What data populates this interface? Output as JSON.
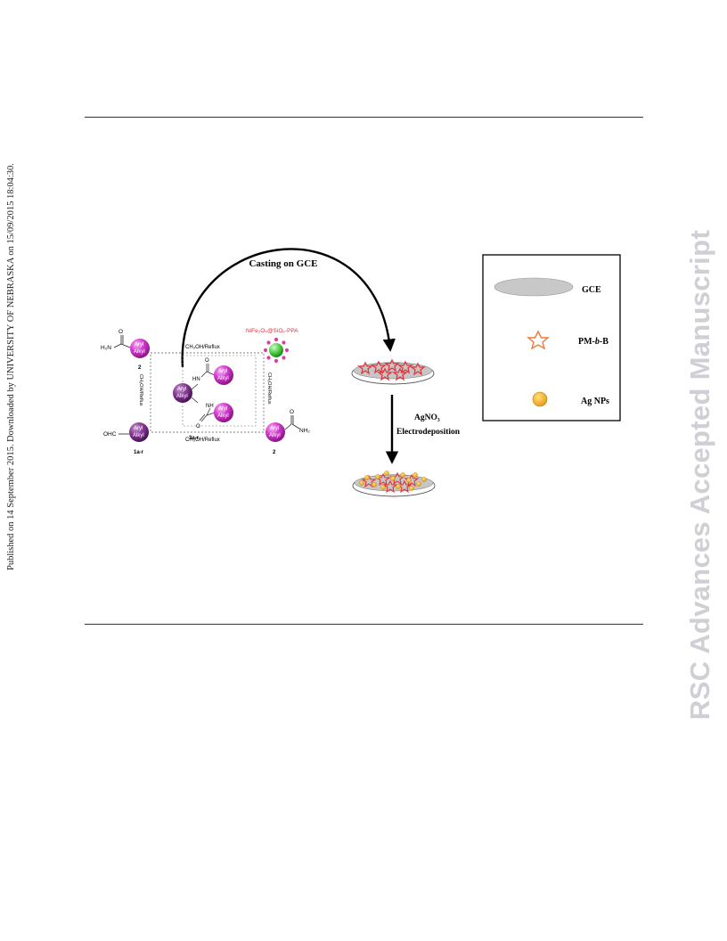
{
  "sidebar": {
    "published_note": "Published on 14 September 2015. Downloaded by UNIVERSITY OF NEBRASKA on 15/09/2015 18:04:30.",
    "journal_watermark": "RSC Advances Accepted Manuscript"
  },
  "scheme": {
    "arc_label": "Casting on GCE",
    "catalyst_label": "NiFe₂O₄@SiO₂-PPA",
    "reaction_condition": "CH₃OH/Reflux",
    "reagent_amide_group": "H₂N",
    "reagent_aldehyde_group": "OHC",
    "reagent_amide_group_right": "NH₂",
    "substituent_line1": "Aryl",
    "substituent_line2": "Alkyl",
    "label_amide": "2",
    "label_aldehyde": "1a-r",
    "label_product": "3a-r",
    "atom_O": "O",
    "atom_HN": "HN",
    "atom_NH": "NH",
    "step_reagent": "AgNO₃",
    "step_process": "Electrodeposition"
  },
  "legend": {
    "items": [
      {
        "label": "GCE"
      },
      {
        "label_prefix": "PM-",
        "label_italic": "b",
        "label_suffix": "-B"
      },
      {
        "label": "Ag NPs"
      }
    ]
  },
  "colors": {
    "magenta_sphere": "#d43ad0",
    "purple_sphere": "#8a3a96",
    "catalyst_green": "#52d04a",
    "star_red": "#e2343a",
    "star_orange": "#f07a3c",
    "ag_np": "#f4b630",
    "electrode_grey": "#c8c8c8",
    "watermark": "#cfcfd6"
  }
}
